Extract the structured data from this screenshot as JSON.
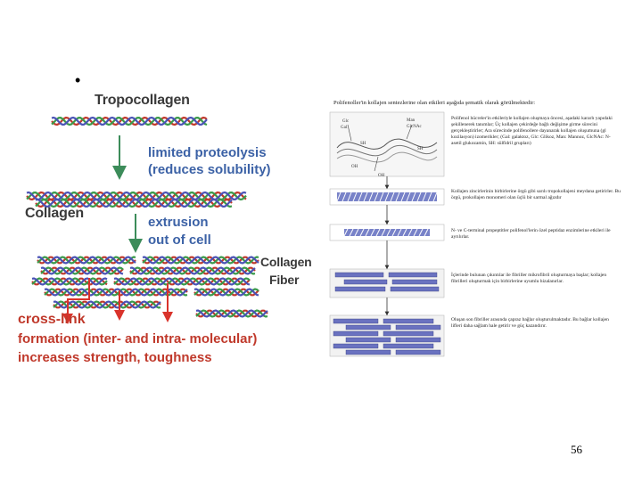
{
  "left_figure": {
    "tropocollagen": "Tropocollagen",
    "proteolysis_line1": "limited proteolysis",
    "proteolysis_line2": "(reduces solubility)",
    "collagen": "Collagen",
    "extrusion_line1": "extrusion",
    "extrusion_line2": "out of cell",
    "fiber_line1": "Collagen",
    "fiber_line2": "Fiber",
    "crosslink_line1": "cross-link",
    "crosslink_line2": "formation (inter- and intra- molecular)",
    "crosslink_line3": "increases strength, toughness"
  },
  "right_figure": {
    "title": "Polifenoller'in kollajen sentezlerine olan etkileri aşağıda şematik olarak görülmektedir:",
    "steps": [
      "Polifenol hücreler'in etkileriyle kollajen oluşmaya öncesi, aşadaki kararlı yapıdaki şekillenerek tanımlar; Üç kollajen çekirdeğe bağlı değişime girme sürecini gerçekleştirirler; Ara sürecinde polifenollere dayanarak kollajen oluşumuna (gl kozilasyon) izomerikler; (Gal: galaktoz, Glc: Glikoz, Man: Mannoz, GlcNAc: N-asetil glukozamin, SH: sülfidril grupları)",
      "Kollajen zincirlerinin birbirlerine örgü gibi sarılı tropokollajeni meydana getirirler. Bu örgü, prokollajen monomeri olan üçlü bir sarmal ağızdır",
      "N- ve C-terminal propeptitler polifenol'lerin özel peptidaz enzimlerine etkileri ile ayrılırlar.",
      "İçlerinde bulunan çıkıntılar ile fibriller mikrofibril oluşturmaya başlar; kollajen fibrilleri oluşturmak için birbirlerine uyumlu hizalanırlar.",
      "Oluşan son fibriller arasında çapraz bağlar oluşturulmaktadır. Bu bağlar kollajen lifleri daha sağlam hale getirir ve güç kazandırır."
    ],
    "molecule_labels": [
      "Glc",
      "Gal",
      "Man",
      "GlcNAc",
      "SH",
      "SH",
      "OH",
      "OH"
    ]
  },
  "page_number": "56",
  "colors": {
    "strand_red": "#c0392b",
    "strand_green": "#3a9a4a",
    "strand_blue": "#4a52b5",
    "arrow_green": "#3c8c5a",
    "arrow_red": "#d9332b",
    "label_blue": "#3c62a6",
    "label_dark": "#3a3a3a",
    "label_red": "#c0392b"
  }
}
